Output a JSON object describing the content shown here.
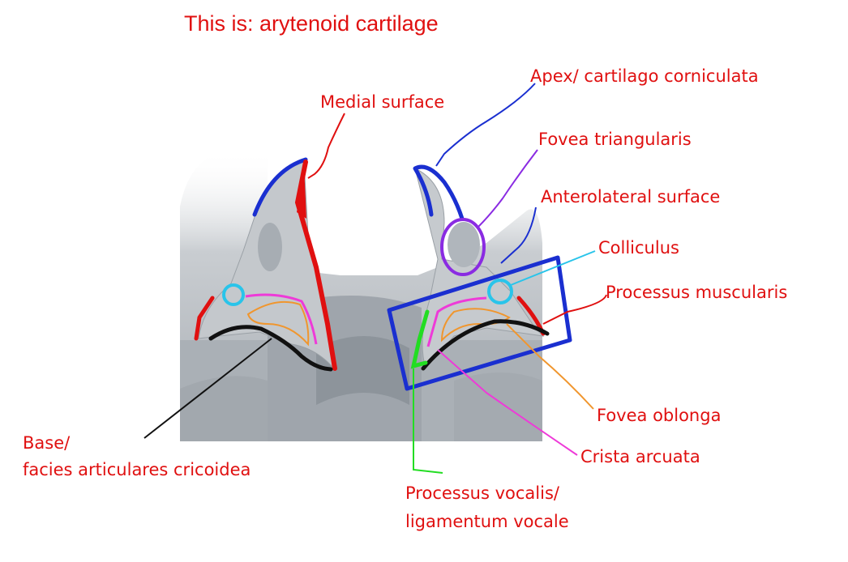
{
  "title": "This is: arytenoid cartilage",
  "labels": {
    "medial_surface": "Medial surface",
    "apex": "Apex/ cartilago corniculata",
    "fovea_triangularis": "Fovea triangularis",
    "anterolateral_surface": "Anterolateral surface",
    "colliculus": "Colliculus",
    "processus_muscularis": "Processus muscularis",
    "fovea_oblonga": "Fovea oblonga",
    "crista_arcuata": "Crista arcuata",
    "base_line1": "Base/",
    "base_line2": "facies articulares cricoidea",
    "vocalis_line1": "Processus vocalis/",
    "vocalis_line2": "ligamentum vocale"
  },
  "colors": {
    "label_text": "#e01010",
    "apex": "#1a2fd0",
    "medial": "#e01010",
    "fovea_triangularis": "#8a2be2",
    "colliculus": "#29c4ea",
    "crista_arcuata": "#ee3ad8",
    "fovea_oblonga": "#f0962e",
    "base": "#111111",
    "vocalis": "#22dd22",
    "anterolateral": "#1a2fd0",
    "cartilage_fill": "#c3c7cb",
    "background_tissue": "#aeb3b9"
  }
}
